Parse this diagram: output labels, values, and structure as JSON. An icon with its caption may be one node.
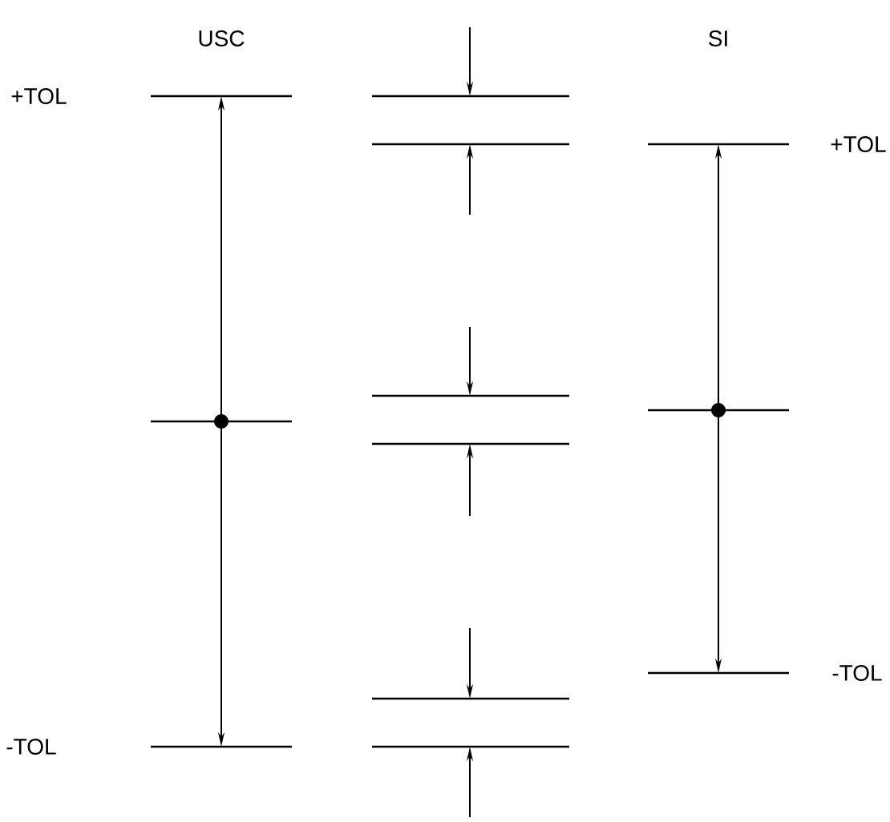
{
  "diagram": {
    "labels": [
      "USC",
      "SI",
      "+TOL",
      "+TOL",
      "-TOL",
      "-TOL"
    ]
  }
}
